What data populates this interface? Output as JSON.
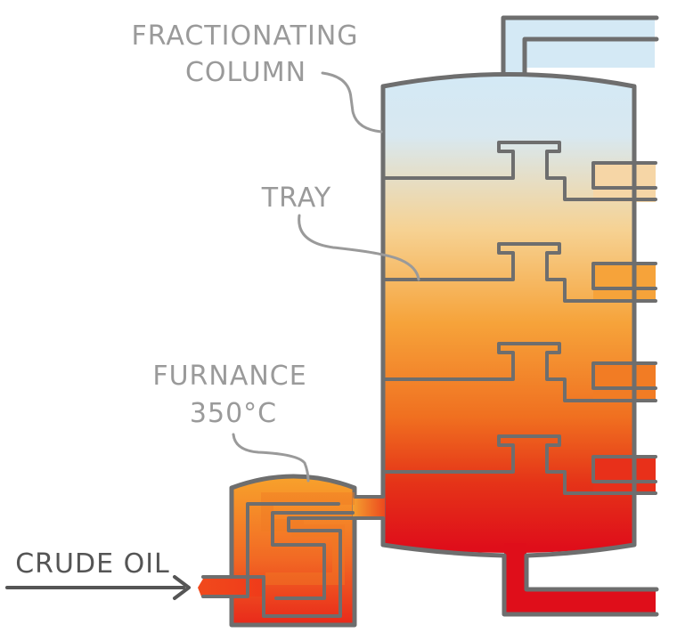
{
  "labels": {
    "column_line1": "FRACTIONATING",
    "column_line2": "COLUMN",
    "tray": "TRAY",
    "furnace_line1": "FURNANCE",
    "furnace_line2": "350°C",
    "crude_oil": "CRUDE OIL"
  },
  "colors": {
    "top": "#d4e9f5",
    "middle": "#f6a33a",
    "bottom": "#e2101a",
    "outline": "#6e6e6e",
    "label": "#9a9a9a"
  },
  "tray_count": 4
}
